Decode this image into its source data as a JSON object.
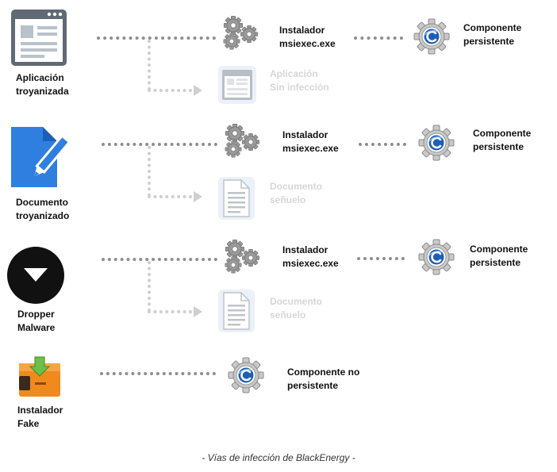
{
  "rows": [
    {
      "source_label": "Aplicación\ntroyanizada",
      "installer_label": "Instalador\nmsiexec.exe",
      "component_label": "Componente\npersistente",
      "decoy_label": "Aplicación\nSin infección"
    },
    {
      "source_label": "Documento\ntroyanizado",
      "installer_label": "Instalador\nmsiexec.exe",
      "component_label": "Componente\npersistente",
      "decoy_label": "Documento\nseñuelo"
    },
    {
      "source_label": "Dropper\nMalware",
      "installer_label": "Instalador\nmsiexec.exe",
      "component_label": "Componente\npersistente",
      "decoy_label": "Documento\nseñuelo"
    },
    {
      "source_label": "Instalador\nFake",
      "component_label": "Componente no\npersistente"
    }
  ],
  "caption": "- Vías de infección de BlackEnergy -",
  "icons": {
    "row0_source": "app-window-icon",
    "row1_source": "document-pencil-icon",
    "row2_source": "dropper-download-icon",
    "row3_source": "fake-installer-box-icon",
    "installer": "gears-icon",
    "component": "gear-component-icon",
    "decoy_app": "app-window-icon",
    "decoy_doc": "document-icon"
  },
  "colors": {
    "connector": "#8e8e8e",
    "ghost": "#cfcfcf",
    "doc_blue": "#2f7fe0",
    "component_blue": "#1d5fb8"
  }
}
